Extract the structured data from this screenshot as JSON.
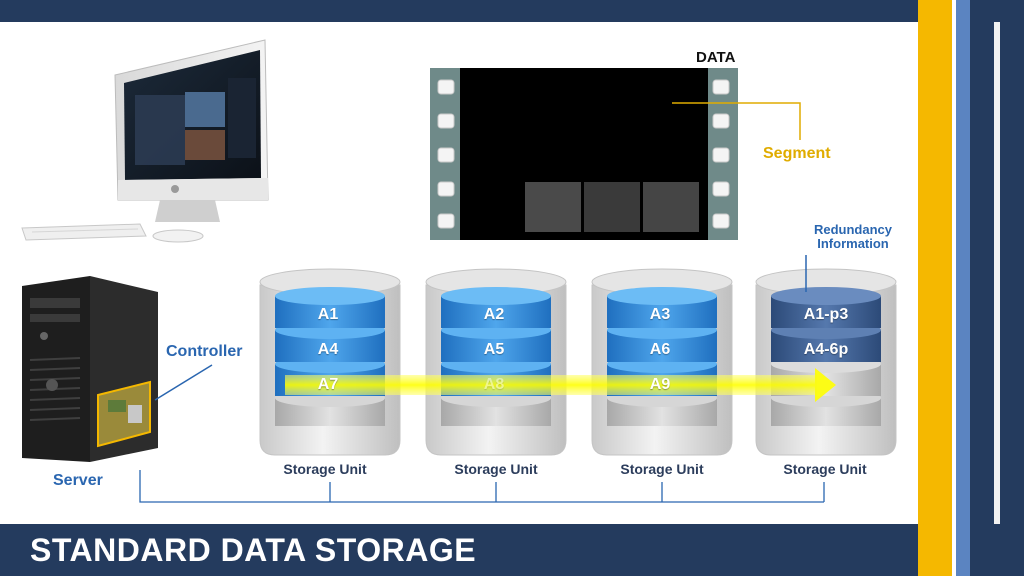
{
  "footer": {
    "title": "STANDARD DATA STORAGE"
  },
  "film": {
    "data_label": "DATA",
    "segment_label": "Segment"
  },
  "server": {
    "label": "Server",
    "controller_label": "Controller"
  },
  "redundancy": {
    "line1": "Redundancy",
    "line2": "Information"
  },
  "units": [
    {
      "label": "Storage Unit",
      "blocks": [
        "A1",
        "A4",
        "A7"
      ]
    },
    {
      "label": "Storage Unit",
      "blocks": [
        "A2",
        "A5",
        "A8"
      ]
    },
    {
      "label": "Storage Unit",
      "blocks": [
        "A3",
        "A6",
        "A9"
      ]
    },
    {
      "label": "Storage Unit",
      "blocks": [
        "A1-p3",
        "A4-6p"
      ]
    }
  ],
  "colors": {
    "navy": "#243b5e",
    "gold": "#f5b800",
    "accent_blue": "#2a66b0",
    "arrow_yellow": "#ffff33",
    "parity_block": "#3c5d8f",
    "data_block": "#3a8fd6"
  }
}
